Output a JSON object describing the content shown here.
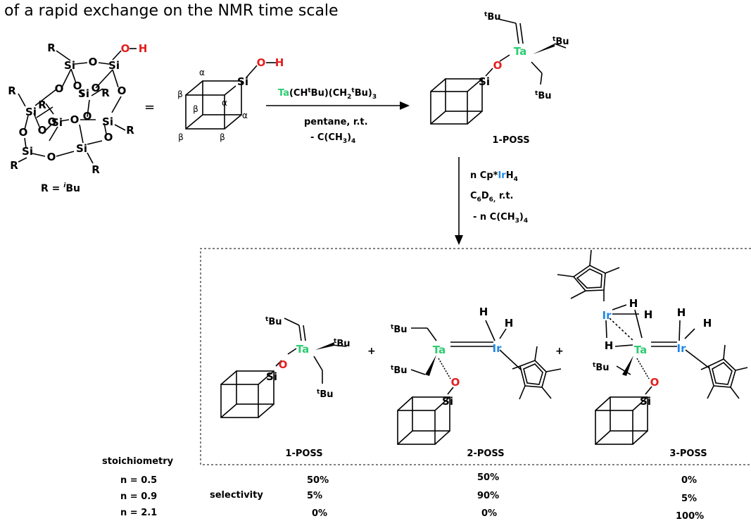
{
  "header_text": "of a rapid exchange on the NMR time scale",
  "poss": {
    "atoms": {
      "si1": "Si",
      "si2": "Si",
      "si3": "Si",
      "si4": "Si",
      "si5": "Si",
      "si6": "Si",
      "si7": "Si",
      "si8": "Si",
      "o1": "O",
      "o2": "O",
      "o3": "O",
      "o4": "O",
      "o5": "O",
      "o6": "O",
      "o7": "O",
      "o8": "O",
      "o9": "O",
      "o10": "O",
      "o11": "O",
      "o12": "O",
      "r1": "R",
      "r2": "R",
      "r3": "R",
      "r4": "R",
      "r5": "R",
      "r6": "R",
      "r7": "R",
      "oh_o": "O",
      "oh_h": "H"
    },
    "r_def_prefix": "R = ",
    "r_def_sup": "i",
    "r_def_suffix": "Bu",
    "equals": "="
  },
  "cube": {
    "si": "Si",
    "o": "O",
    "h": "H",
    "alpha": "α",
    "beta": "β"
  },
  "step1": {
    "reagent_ta": "Ta",
    "reagent_rest1": "(CH",
    "reagent_sup1": "t",
    "reagent_rest2": "Bu)(CH",
    "reagent_sub1": "2",
    "reagent_sup2": "t",
    "reagent_rest3": "Bu)",
    "reagent_sub2": "3",
    "cond1": "pentane, r.t.",
    "cond2_a": "- C(CH",
    "cond2_sub": "3",
    "cond2_b": ")",
    "cond2_sub2": "4"
  },
  "step2": {
    "line1_a": "n Cp*",
    "line1_ir": "Ir",
    "line1_b": "H",
    "line1_sub": "4",
    "line2_a": "C",
    "line2_sub1": "6",
    "line2_b": "D",
    "line2_sub2": "6,",
    "line2_c": " r.t.",
    "line3_a": "- n C(CH",
    "line3_sub": "3",
    "line3_b": ")",
    "line3_sub2": "4"
  },
  "labels": {
    "ta": "Ta",
    "ir": "Ir",
    "si": "Si",
    "o": "O",
    "h": "H",
    "tbu_sup": "t",
    "tbu": "Bu",
    "plus": "+"
  },
  "compounds": [
    "1-POSS",
    "1-POSS",
    "2-POSS",
    "3-POSS"
  ],
  "table": {
    "stoich_label": "stoichiometry",
    "selectivity_label": "selectivity",
    "rows": [
      {
        "n": "n = 0.5",
        "values": [
          "50%",
          "50%",
          "0%"
        ]
      },
      {
        "n": "n = 0.9",
        "values": [
          "5%",
          "90%",
          "5%"
        ]
      },
      {
        "n": "n = 2.1",
        "values": [
          "0%",
          "0%",
          "100%"
        ]
      }
    ]
  },
  "colors": {
    "ta": "#2ecc71",
    "ir": "#1e88e5",
    "o": "#e41e1e",
    "ink": "#000000"
  }
}
